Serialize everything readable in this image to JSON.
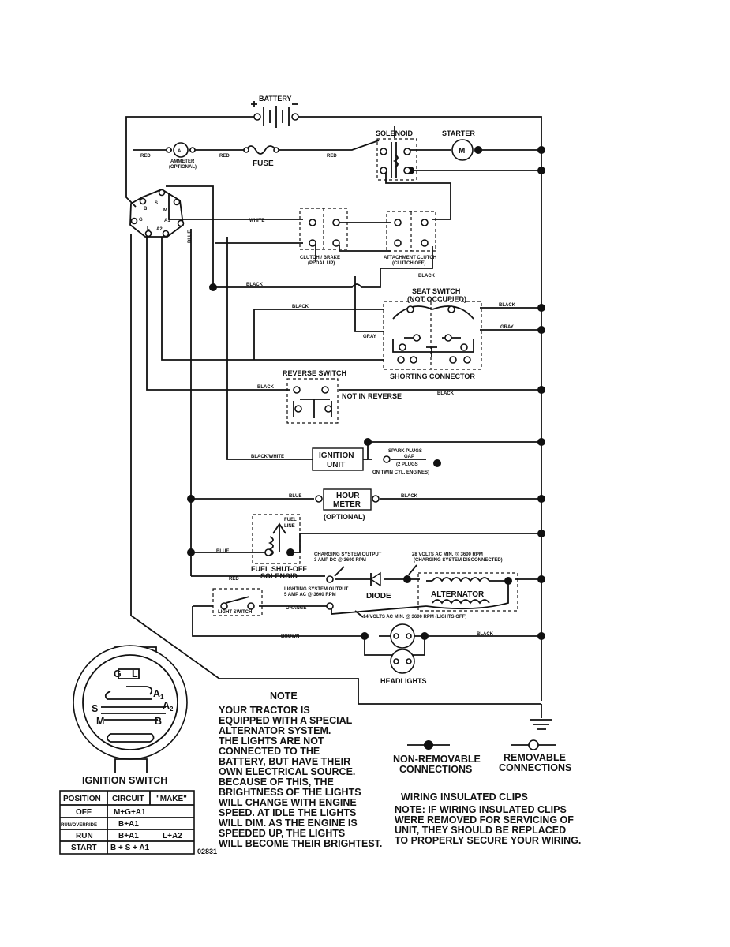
{
  "labels": {
    "battery": "BATTERY",
    "solenoid": "SOLENOID",
    "starter": "STARTER",
    "starter_m": "M",
    "ammeter_a": "A",
    "ammeter": "AMMETER",
    "ammeter_opt": "(OPTIONAL)",
    "fuse": "FUSE",
    "red": "RED",
    "white": "WHITE",
    "blue": "BLUE",
    "black": "BLACK",
    "gray": "GRAY",
    "orange": "ORANGE",
    "brown": "BROWN",
    "black_white": "BLACK/WHITE",
    "clutch_brake": "CLUTCH / BRAKE",
    "pedal_up": "(PEDAL UP)",
    "attachment_clutch": "ATTACHMENT CLUTCH",
    "clutch_off": "(CLUTCH OFF)",
    "seat_switch": "SEAT SWITCH",
    "not_occupied": "(NOT OCCUPIED)",
    "shorting_connector": "SHORTING CONNECTOR",
    "reverse_switch": "REVERSE SWITCH",
    "not_in_reverse": "NOT IN REVERSE",
    "ignition_unit_1": "IGNITION",
    "ignition_unit_2": "UNIT",
    "spark_1": "SPARK PLUGS",
    "spark_2": "GAP",
    "spark_3": "(2 PLUGS",
    "spark_4": "ON TWIN CYL. ENGINES)",
    "hour_meter_1": "HOUR",
    "hour_meter_2": "METER",
    "hour_meter_opt": "(OPTIONAL)",
    "fuel_line_1": "FUEL",
    "fuel_line_2": "LINE",
    "fuel_sol_1": "FUEL SHUT-OFF",
    "fuel_sol_2": "SOLENOID",
    "charging_1": "CHARGING SYSTEM OUTPUT",
    "charging_2": "3 AMP DC @ 3600 RPM",
    "volts28_1": "28 VOLTS AC MIN. @ 3600 RPM",
    "volts28_2": "(CHARGING SYSTEM DISCONNECTED)",
    "lighting_1": "LIGHTING SYSTEM OUTPUT",
    "lighting_2": "5 AMP AC @ 3600 RPM",
    "diode": "DIODE",
    "alternator": "ALTERNATOR",
    "light_switch": "LIGHT SWITCH",
    "volts14": "14 VOLTS AC MIN. @ 3600 RPM (LIGHTS OFF)",
    "headlights": "HEADLIGHTS",
    "term_b": "B",
    "term_s": "S",
    "term_m": "M",
    "term_g": "G",
    "term_a1": "A1",
    "term_l": "L",
    "term_a2": "A2",
    "sw_g": "G",
    "sw_l": "L",
    "sw_a1": "A",
    "sw_a1_sub": "1",
    "sw_a2": "A",
    "sw_a2_sub": "2",
    "sw_s": "S",
    "sw_m": "M",
    "sw_b": "B",
    "ignition_switch": "IGNITION SWITCH",
    "non_removable_1": "NON-REMOVABLE",
    "non_removable_2": "CONNECTIONS",
    "removable_1": "REMOVABLE",
    "removable_2": "CONNECTIONS",
    "part_no": "02831"
  },
  "note": {
    "title": "NOTE",
    "lines": [
      "YOUR TRACTOR IS",
      "EQUIPPED WITH A SPECIAL",
      "ALTERNATOR SYSTEM.",
      "THE LIGHTS ARE NOT",
      "CONNECTED TO THE",
      "BATTERY, BUT HAVE THEIR",
      "OWN ELECTRICAL SOURCE.",
      "BECAUSE OF THIS, THE",
      "BRIGHTNESS OF THE LIGHTS",
      "WILL CHANGE WITH ENGINE",
      "SPEED.  AT IDLE THE LIGHTS",
      "WILL DIM.  AS THE ENGINE IS",
      "SPEEDED UP, THE LIGHTS",
      "WILL BECOME THEIR BRIGHTEST."
    ]
  },
  "clips": {
    "title": "WIRING INSULATED CLIPS",
    "lines": [
      "NOTE: IF WIRING INSULATED CLIPS",
      "WERE REMOVED FOR SERVICING OF",
      " UNIT, THEY SHOULD BE REPLACED",
      "TO PROPERLY SECURE YOUR WIRING."
    ]
  },
  "table": {
    "headers": [
      "POSITION",
      "CIRCUIT",
      "\"MAKE\""
    ],
    "rows": [
      [
        "OFF",
        "M+G+A1",
        ""
      ],
      [
        "RUN/OVERRIDE",
        "B+A1",
        ""
      ],
      [
        "RUN",
        "B+A1",
        "L+A2"
      ],
      [
        "START",
        "B + S + A1",
        ""
      ]
    ]
  }
}
